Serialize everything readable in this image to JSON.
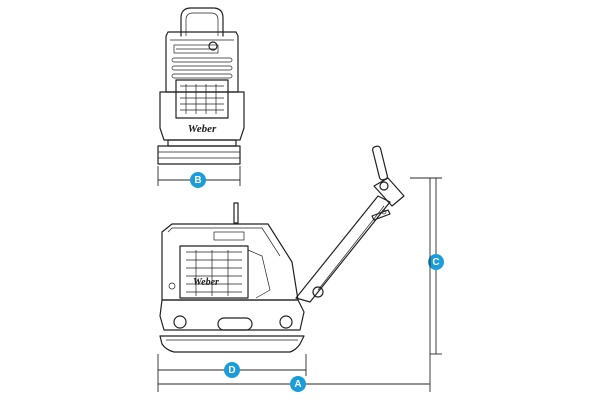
{
  "dimension_labels": {
    "a": "A",
    "b": "B",
    "c": "C",
    "d": "D"
  },
  "brand_text": "Weber",
  "colors": {
    "badge": "#1b9dd9",
    "line": "#222222"
  }
}
